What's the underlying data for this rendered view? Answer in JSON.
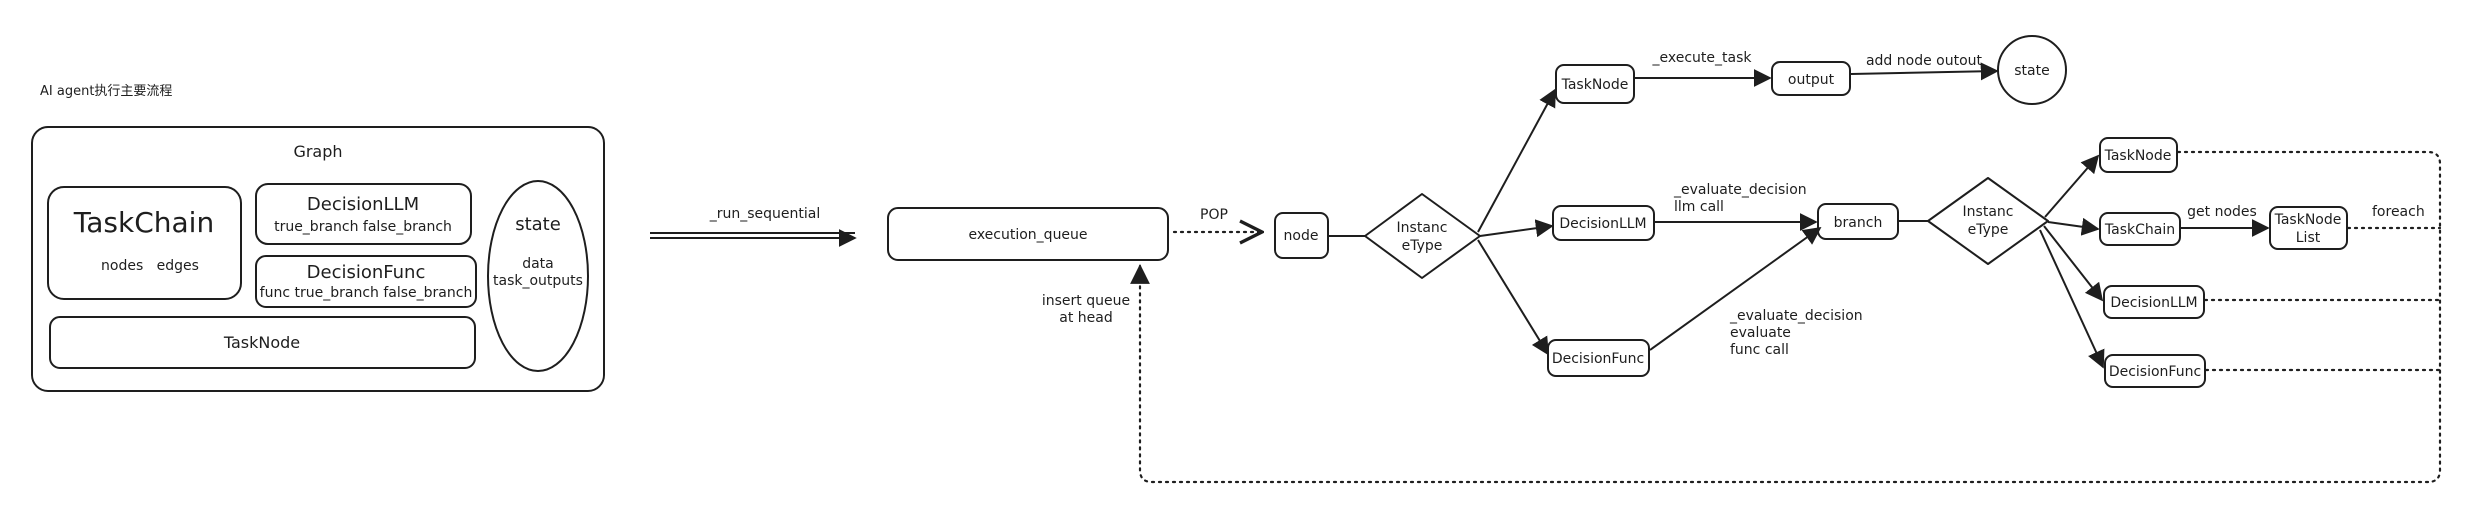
{
  "title": "AI agent执行主要流程",
  "graph": {
    "label": "Graph",
    "taskchain": {
      "title": "TaskChain",
      "sub": "nodes   edges"
    },
    "decision_llm": {
      "title": "DecisionLLM",
      "sub": "true_branch false_branch"
    },
    "decision_func": {
      "title": "DecisionFunc",
      "sub": "func true_branch false_branch"
    },
    "tasknode": "TaskNode",
    "state": {
      "title": "state",
      "line1": "data",
      "line2": "task_outputs"
    }
  },
  "run_sequential": "_run_sequential",
  "execution_queue": "execution_queue",
  "pop": "POP",
  "node": "node",
  "instance_type_1": {
    "line1": "Instanc",
    "line2": "eType"
  },
  "insert_queue": {
    "line1": "insert queue",
    "line2": "at head"
  },
  "top_row": {
    "tasknode": "TaskNode",
    "execute_task": "_execute_task",
    "output": "output",
    "add_node_output": "add node outout",
    "state": "state"
  },
  "middle_row": {
    "decision_llm": "DecisionLLM",
    "evaluate_llm": {
      "line1": "_evaluate_decision",
      "line2": "llm call"
    },
    "branch": "branch"
  },
  "decision_func": "DecisionFunc",
  "evaluate_func": {
    "line1": "_evaluate_decision",
    "line2": "evaluate",
    "line3": "func call"
  },
  "instance_type_2": {
    "line1": "Instanc",
    "line2": "eType"
  },
  "right": {
    "tasknode": "TaskNode",
    "taskchain": "TaskChain",
    "get_nodes": "get nodes",
    "tasknode_list": {
      "line1": "TaskNode",
      "line2": "List"
    },
    "foreach": "foreach",
    "decision_llm": "DecisionLLM",
    "decision_func": "DecisionFunc"
  }
}
